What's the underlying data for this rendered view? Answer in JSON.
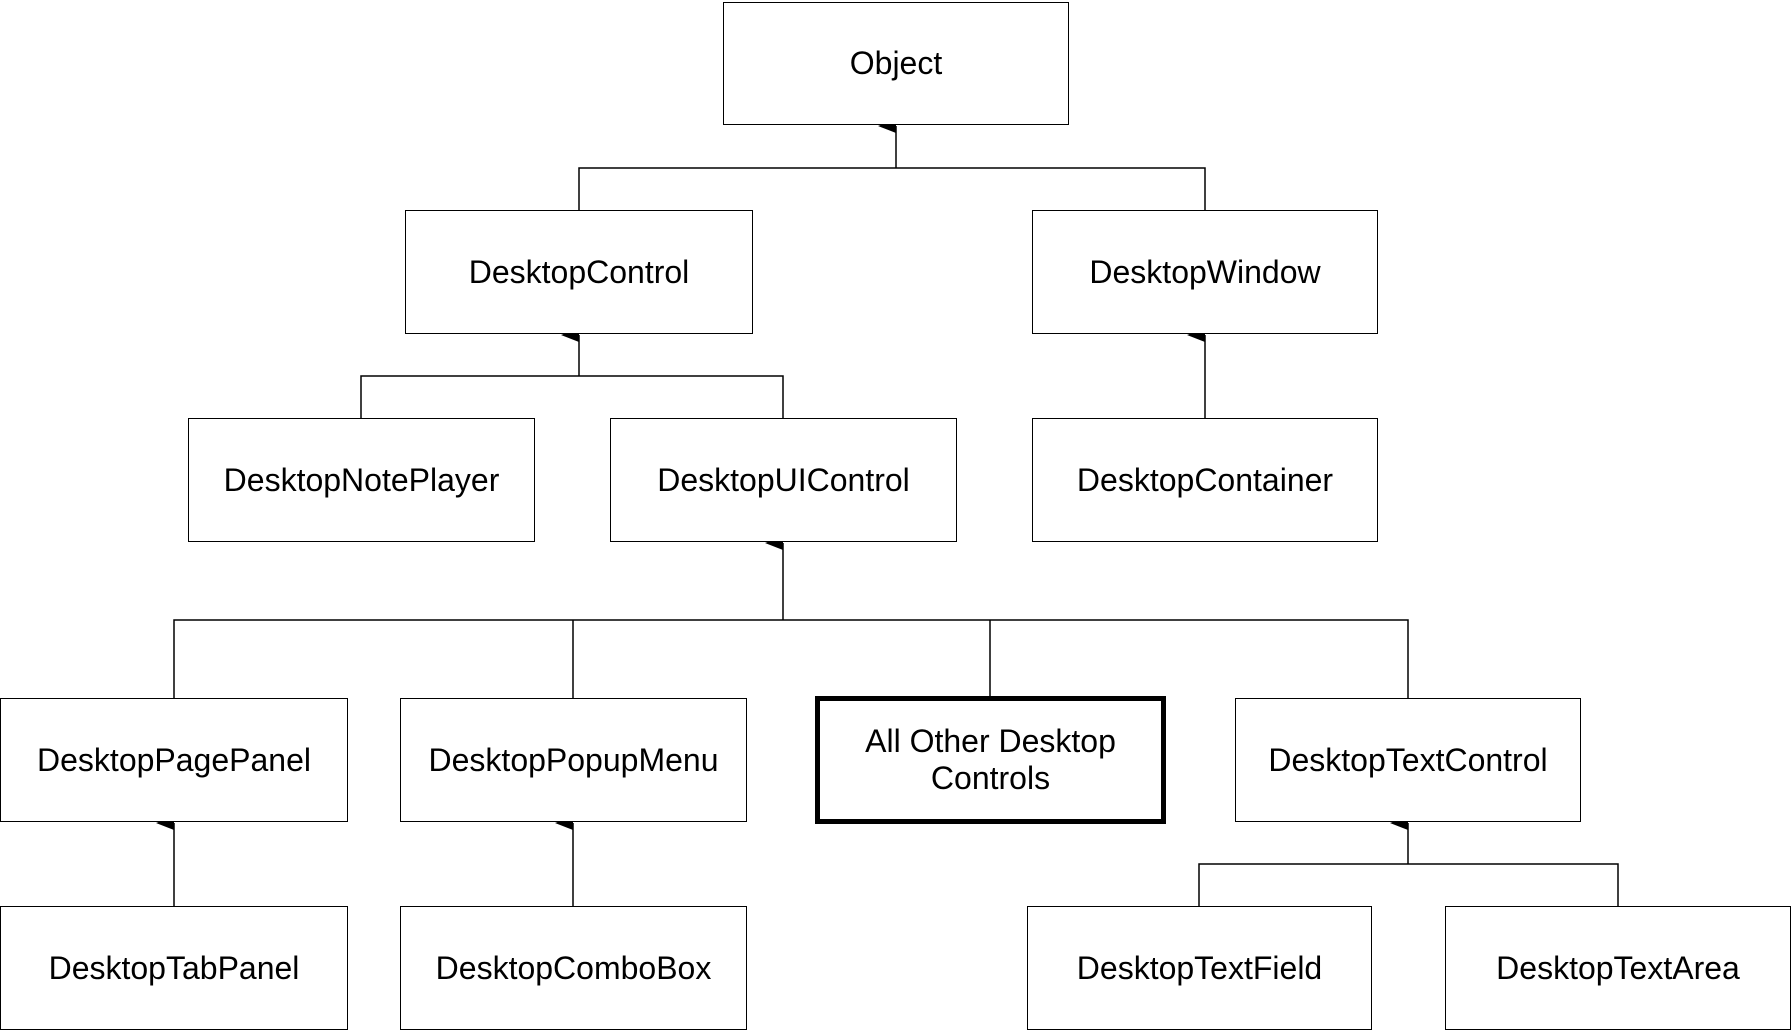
{
  "diagram": {
    "nodes": {
      "object": "Object",
      "desktop_control": "DesktopControl",
      "desktop_window": "DesktopWindow",
      "desktop_note_player": "DesktopNotePlayer",
      "desktop_ui_control": "DesktopUIControl",
      "desktop_container": "DesktopContainer",
      "desktop_page_panel": "DesktopPagePanel",
      "desktop_popup_menu": "DesktopPopupMenu",
      "all_other_desktop_controls": "All Other Desktop Controls",
      "desktop_text_control": "DesktopTextControl",
      "desktop_tab_panel": "DesktopTabPanel",
      "desktop_combo_box": "DesktopComboBox",
      "desktop_text_field": "DesktopTextField",
      "desktop_text_area": "DesktopTextArea"
    },
    "edges": [
      {
        "child": "desktop_control",
        "parent": "object"
      },
      {
        "child": "desktop_window",
        "parent": "object"
      },
      {
        "child": "desktop_note_player",
        "parent": "desktop_control"
      },
      {
        "child": "desktop_ui_control",
        "parent": "desktop_control"
      },
      {
        "child": "desktop_container",
        "parent": "desktop_window"
      },
      {
        "child": "desktop_page_panel",
        "parent": "desktop_ui_control"
      },
      {
        "child": "desktop_popup_menu",
        "parent": "desktop_ui_control"
      },
      {
        "child": "all_other_desktop_controls",
        "parent": "desktop_ui_control"
      },
      {
        "child": "desktop_text_control",
        "parent": "desktop_ui_control"
      },
      {
        "child": "desktop_tab_panel",
        "parent": "desktop_page_panel"
      },
      {
        "child": "desktop_combo_box",
        "parent": "desktop_popup_menu"
      },
      {
        "child": "desktop_text_field",
        "parent": "desktop_text_control"
      },
      {
        "child": "desktop_text_area",
        "parent": "desktop_text_control"
      }
    ],
    "highlighted_node": "all_other_desktop_controls"
  }
}
